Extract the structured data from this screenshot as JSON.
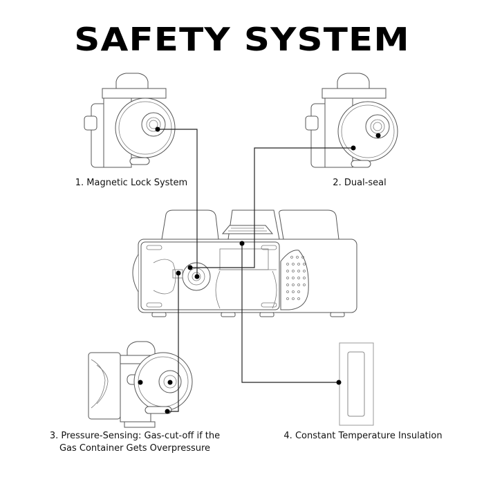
{
  "title": "SAFETY SYSTEM",
  "features": [
    {
      "number": "1",
      "label": "1. Magnetic Lock System"
    },
    {
      "number": "2",
      "label": "2. Dual-seal"
    },
    {
      "number": "3",
      "label_line1": "3. Pressure-Sensing: Gas-cut-off if the",
      "label_line2": "Gas Container Gets Overpressure"
    },
    {
      "number": "4",
      "label": "4. Constant Temperature Insulation"
    }
  ],
  "colors": {
    "line": "#222222",
    "dot": "#000000",
    "part_stroke": "#555555",
    "background": "#ffffff"
  }
}
